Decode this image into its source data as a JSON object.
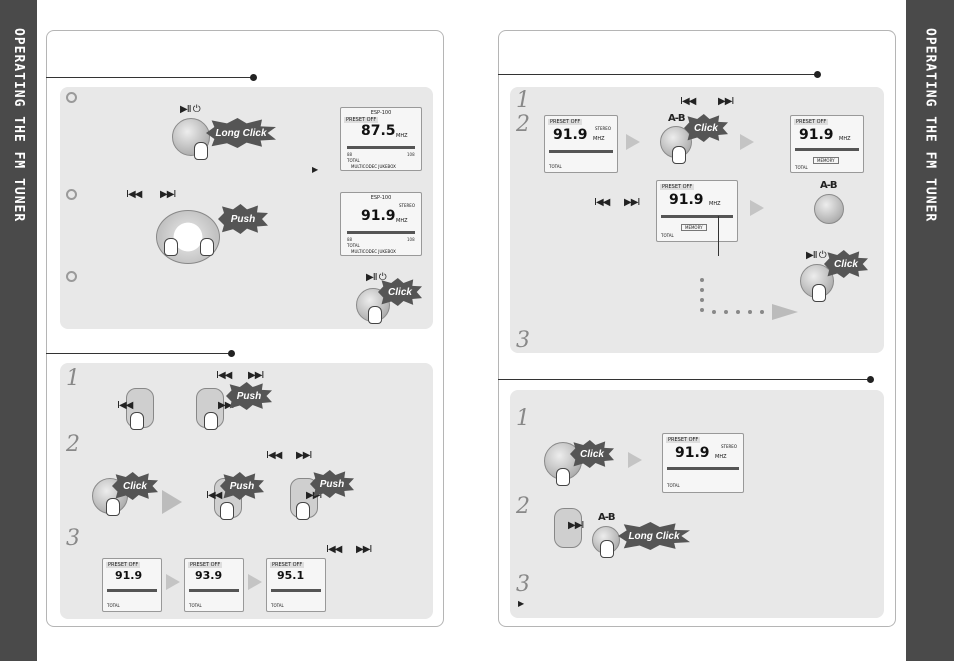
{
  "side_tab": {
    "label": "OPERATING THE FM TUNER"
  },
  "icons": {
    "play_power": "▶II ⏻",
    "prev": "I◀◀",
    "next": "▶▶I",
    "play_arrow": "▶",
    "ab": "A-B"
  },
  "bursts": {
    "long_click": "Long Click",
    "click": "Click",
    "push": "Push"
  },
  "steps": [
    "1",
    "2",
    "3"
  ],
  "lcd": {
    "header": "PRESET OFF",
    "model": "ESP-100",
    "stereo": "STEREO",
    "memory": "MEMORY",
    "total": "TOTAL",
    "scale_low": "88",
    "scale_high": "108",
    "footer": "MULTICODEC JUKEBOX",
    "freqs": {
      "f875": "87.5",
      "f919": "91.9",
      "f939": "93.9",
      "f951": "95.1"
    },
    "unit": "MHZ"
  }
}
